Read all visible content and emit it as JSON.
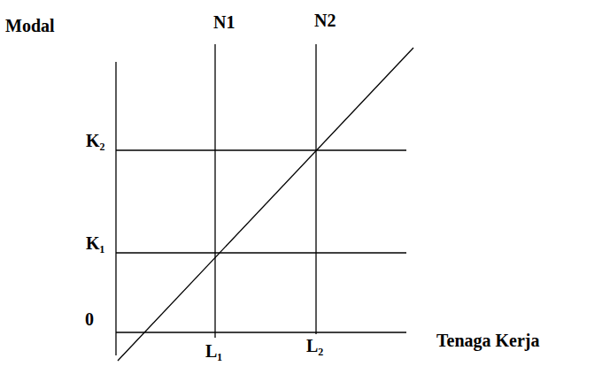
{
  "diagram": {
    "labels": [
      "Modal",
      "N1",
      "N2",
      "K₂",
      "K₁",
      "0",
      "L₁",
      "L₂",
      "Tenaga Kerja"
    ]
  }
}
